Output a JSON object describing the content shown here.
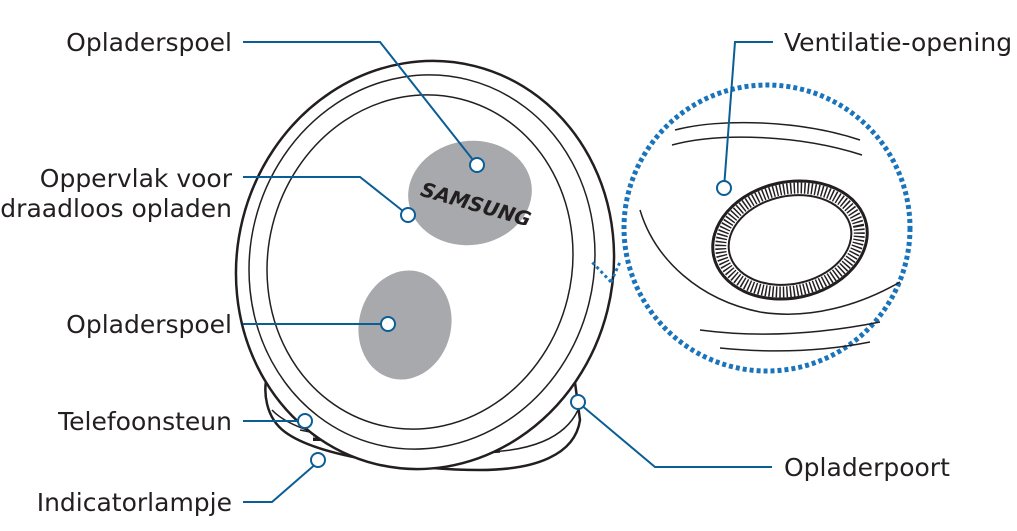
{
  "labels": {
    "coil_top": "Opladerspoel",
    "surface_line1": "Oppervlak voor",
    "surface_line2": "draadloos opladen",
    "coil_bottom": "Opladerspoel",
    "stand": "Telefoonsteun",
    "indicator": "Indicatorlampje",
    "vent": "Ventilatie-opening",
    "port": "Opladerpoort"
  },
  "logo_text": "SAMSUNG",
  "colors": {
    "leader": "#0b5e95",
    "outline": "#231f20",
    "coil_fill": "#a7a9ac",
    "zoom_dotted": "#1a74bb"
  }
}
